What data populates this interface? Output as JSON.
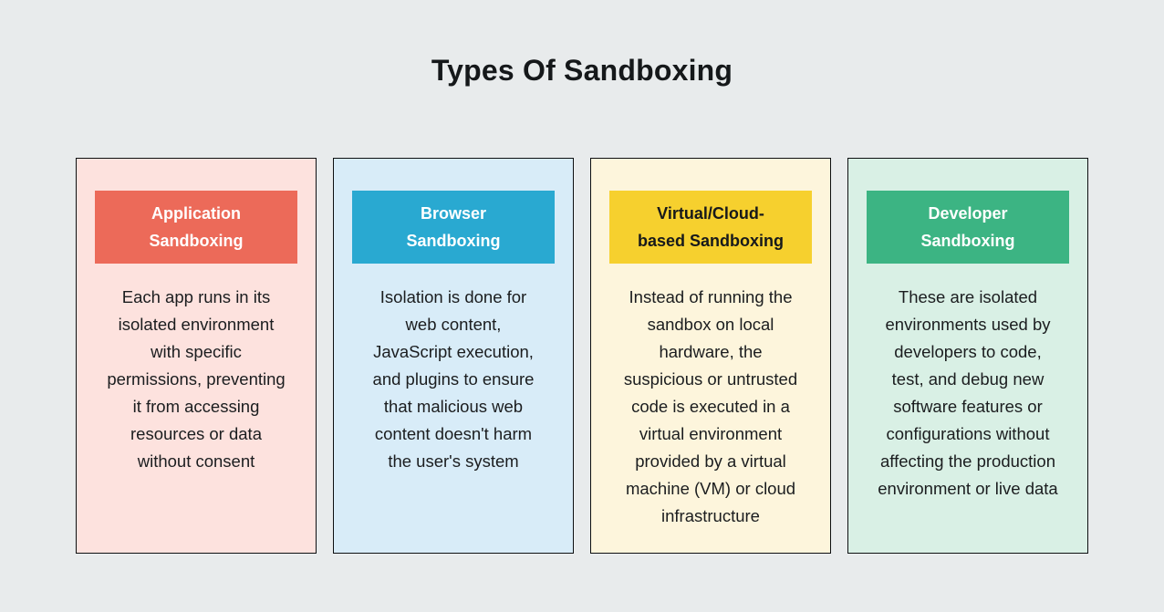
{
  "title": "Types Of Sandboxing",
  "colors": {
    "page_background": "#e8ebec",
    "card_border": "#0d0f11",
    "body_text": "#1b1d1f"
  },
  "cards": [
    {
      "name": "application-sandboxing",
      "title": "Application\nSandboxing",
      "description": "Each app runs in its\nisolated environment\nwith specific\npermissions, preventing\nit from accessing\nresources or data\nwithout consent",
      "header_bg": "#ec6a59",
      "header_text_color": "#ffffff",
      "body_bg": "#fde2de"
    },
    {
      "name": "browser-sandboxing",
      "title": "Browser\nSandboxing",
      "description": "Isolation is done for\nweb content,\nJavaScript execution,\nand plugins to ensure\nthat malicious web\ncontent doesn't harm\nthe user's system",
      "header_bg": "#29a9d1",
      "header_text_color": "#ffffff",
      "body_bg": "#d8ecf8"
    },
    {
      "name": "virtual-cloud-based-sandboxing",
      "title": "Virtual/Cloud-\nbased Sandboxing",
      "description": "Instead of running the\nsandbox on local\nhardware, the\nsuspicious or untrusted\ncode is executed in a\nvirtual environment\nprovided by a virtual\nmachine (VM) or cloud\ninfrastructure",
      "header_bg": "#f6d02e",
      "header_text_color": "#17191b",
      "body_bg": "#fdf5dc"
    },
    {
      "name": "developer-sandboxing",
      "title": "Developer\nSandboxing",
      "description": "These are isolated\nenvironments used by\ndevelopers to code,\ntest, and debug new\nsoftware features or\nconfigurations without\naffecting the production\nenvironment or live data",
      "header_bg": "#3cb483",
      "header_text_color": "#ffffff",
      "body_bg": "#d9f0e5"
    }
  ]
}
